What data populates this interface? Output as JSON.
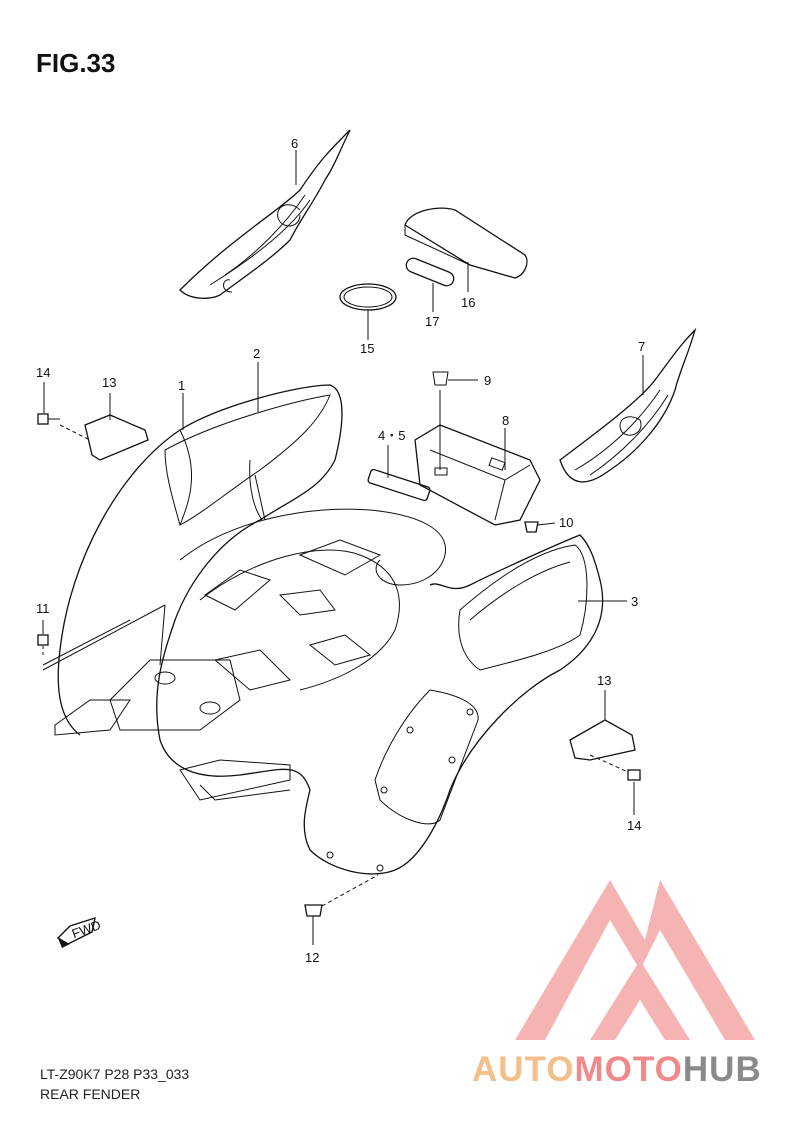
{
  "figure": {
    "title": "FIG.33"
  },
  "footer": {
    "code": "LT-Z90K7 P28 P33_033",
    "name": "REAR FENDER"
  },
  "fwd_label": "FWD",
  "watermark": {
    "part1": "AUTO",
    "part2": "MOTO",
    "part3": "HUB",
    "color_red": "#f29a9a",
    "color_orange": "#f3bf8a",
    "color_gray": "#8a8a8a"
  },
  "callouts": [
    {
      "id": "1",
      "text": "1"
    },
    {
      "id": "2",
      "text": "2"
    },
    {
      "id": "3",
      "text": "3"
    },
    {
      "id": "4-5",
      "text": "4・5"
    },
    {
      "id": "6",
      "text": "6"
    },
    {
      "id": "7",
      "text": "7"
    },
    {
      "id": "8",
      "text": "8"
    },
    {
      "id": "9",
      "text": "9"
    },
    {
      "id": "10",
      "text": "10"
    },
    {
      "id": "11",
      "text": "11"
    },
    {
      "id": "12",
      "text": "12"
    },
    {
      "id": "13a",
      "text": "13"
    },
    {
      "id": "13b",
      "text": "13"
    },
    {
      "id": "14a",
      "text": "14"
    },
    {
      "id": "14b",
      "text": "14"
    },
    {
      "id": "15",
      "text": "15"
    },
    {
      "id": "16",
      "text": "16"
    },
    {
      "id": "17",
      "text": "17"
    }
  ]
}
